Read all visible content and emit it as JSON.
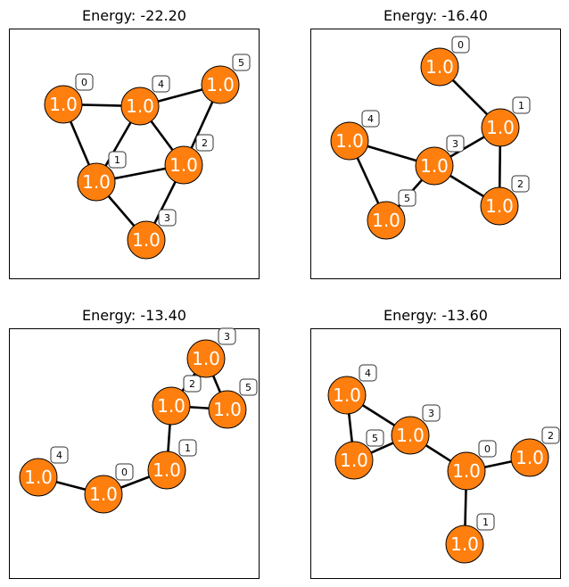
{
  "panels": [
    {
      "title": "Energy: -22.20",
      "nodes": [
        {
          "id": "0",
          "value": "1.0"
        },
        {
          "id": "1",
          "value": "1.0"
        },
        {
          "id": "2",
          "value": "1.0"
        },
        {
          "id": "3",
          "value": "1.0"
        },
        {
          "id": "4",
          "value": "1.0"
        },
        {
          "id": "5",
          "value": "1.0"
        }
      ],
      "edges": [
        [
          "0",
          "4"
        ],
        [
          "0",
          "1"
        ],
        [
          "4",
          "5"
        ],
        [
          "4",
          "1"
        ],
        [
          "4",
          "2"
        ],
        [
          "5",
          "2"
        ],
        [
          "1",
          "2"
        ],
        [
          "1",
          "3"
        ],
        [
          "2",
          "3"
        ]
      ]
    },
    {
      "title": "Energy: -16.40",
      "nodes": [
        {
          "id": "0",
          "value": "1.0"
        },
        {
          "id": "1",
          "value": "1.0"
        },
        {
          "id": "2",
          "value": "1.0"
        },
        {
          "id": "3",
          "value": "1.0"
        },
        {
          "id": "4",
          "value": "1.0"
        },
        {
          "id": "5",
          "value": "1.0"
        }
      ],
      "edges": [
        [
          "0",
          "1"
        ],
        [
          "1",
          "3"
        ],
        [
          "1",
          "2"
        ],
        [
          "3",
          "2"
        ],
        [
          "3",
          "4"
        ],
        [
          "3",
          "5"
        ],
        [
          "4",
          "5"
        ]
      ]
    },
    {
      "title": "Energy: -13.40",
      "nodes": [
        {
          "id": "0",
          "value": "1.0"
        },
        {
          "id": "1",
          "value": "1.0"
        },
        {
          "id": "2",
          "value": "1.0"
        },
        {
          "id": "3",
          "value": "1.0"
        },
        {
          "id": "4",
          "value": "1.0"
        },
        {
          "id": "5",
          "value": "1.0"
        }
      ],
      "edges": [
        [
          "4",
          "0"
        ],
        [
          "0",
          "1"
        ],
        [
          "1",
          "2"
        ],
        [
          "2",
          "3"
        ],
        [
          "2",
          "5"
        ],
        [
          "3",
          "5"
        ]
      ]
    },
    {
      "title": "Energy: -13.60",
      "nodes": [
        {
          "id": "0",
          "value": "1.0"
        },
        {
          "id": "1",
          "value": "1.0"
        },
        {
          "id": "2",
          "value": "1.0"
        },
        {
          "id": "3",
          "value": "1.0"
        },
        {
          "id": "4",
          "value": "1.0"
        },
        {
          "id": "5",
          "value": "1.0"
        }
      ],
      "edges": [
        [
          "4",
          "3"
        ],
        [
          "4",
          "5"
        ],
        [
          "5",
          "3"
        ],
        [
          "3",
          "0"
        ],
        [
          "0",
          "2"
        ],
        [
          "0",
          "1"
        ]
      ]
    }
  ]
}
